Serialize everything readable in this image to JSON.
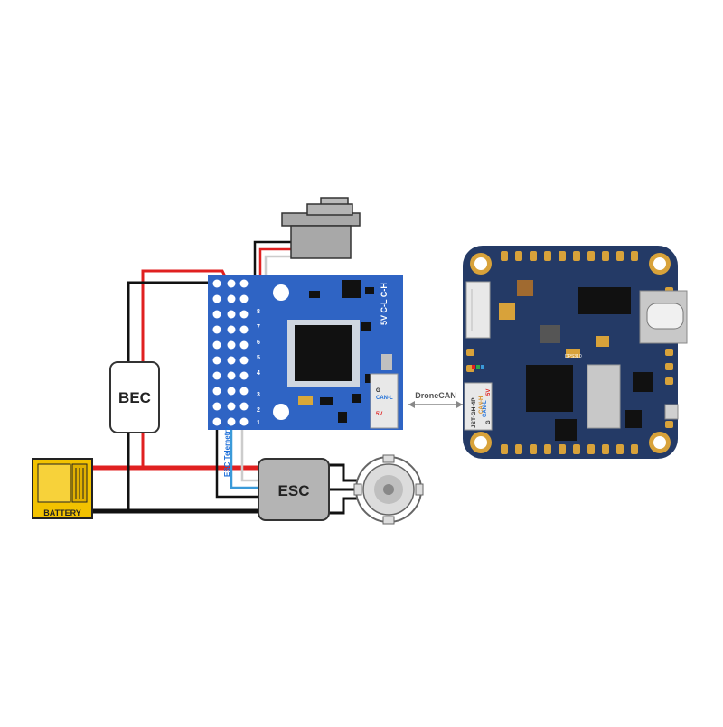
{
  "diagram": {
    "battery_label": "BATTERY",
    "bec_label": "BEC",
    "esc_label": "ESC",
    "esc_telemetry_label": "ESC Telemetry",
    "dronecan_label": "DroneCAN",
    "node_connector": {
      "g": "G",
      "can_l": "CAN-L",
      "v5": "5V",
      "header": "5V C-L C-H"
    },
    "node_pin_numbers": [
      "8",
      "7",
      "6",
      "5",
      "4",
      "3",
      "2",
      "1"
    ],
    "fc_connector": {
      "name": "JST-GH-4P",
      "v5": "5V",
      "can_h": "CAN-H",
      "can_l": "CAN-L",
      "g": "G"
    },
    "fc_chip_label": "DPS310"
  },
  "colors": {
    "board_blue": "#2f64c4",
    "fc_board": "#243a66",
    "wire_red": "#e02020",
    "wire_black": "#111111",
    "wire_white": "#cccccc",
    "wire_telemetry": "#3a9ad9",
    "battery_yellow": "#f2c200"
  }
}
